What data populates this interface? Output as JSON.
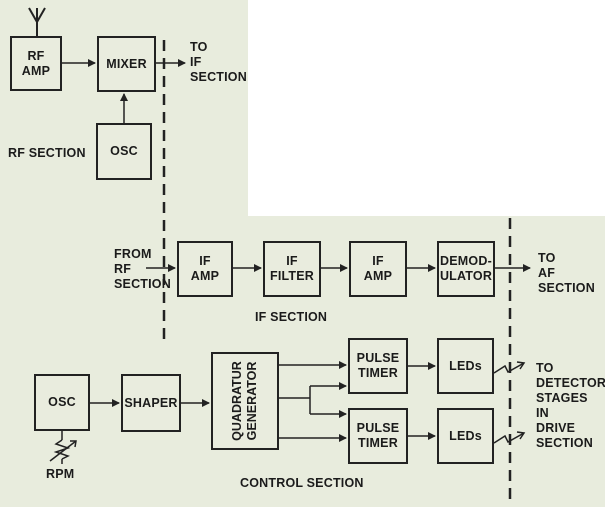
{
  "blocks": {
    "rf_amp": "RF\nAMP",
    "mixer": "MIXER",
    "osc_rf": "OSC",
    "if_amp_1": "IF\nAMP",
    "if_filter": "IF\nFILTER",
    "if_amp_2": "IF\nAMP",
    "demodulator": "DEMOD-\nULATOR",
    "osc_control": "OSC",
    "shaper": "SHAPER",
    "quadrature_generator": "QUADRATUR\nGENERATOR",
    "pulse_timer_1": "PULSE\nTIMER",
    "pulse_timer_2": "PULSE\nTIMER",
    "leds_1": "LEDs",
    "leds_2": "LEDs"
  },
  "labels": {
    "to_if_section": "TO\nIF\nSECTION",
    "rf_section": "RF SECTION",
    "from_rf_section": "FROM\nRF\nSECTION",
    "to_af_section": "TO\nAF\nSECTION",
    "if_section": "IF SECTION",
    "to_detector": "TO\nDETECTOR\nSTAGES\nIN\nDRIVE\nSECTION",
    "rpm": "RPM",
    "control_section": "CONTROL SECTION"
  },
  "colors": {
    "background": "#e8ecdd",
    "line": "#222222",
    "blank_area": "#ffffff"
  }
}
